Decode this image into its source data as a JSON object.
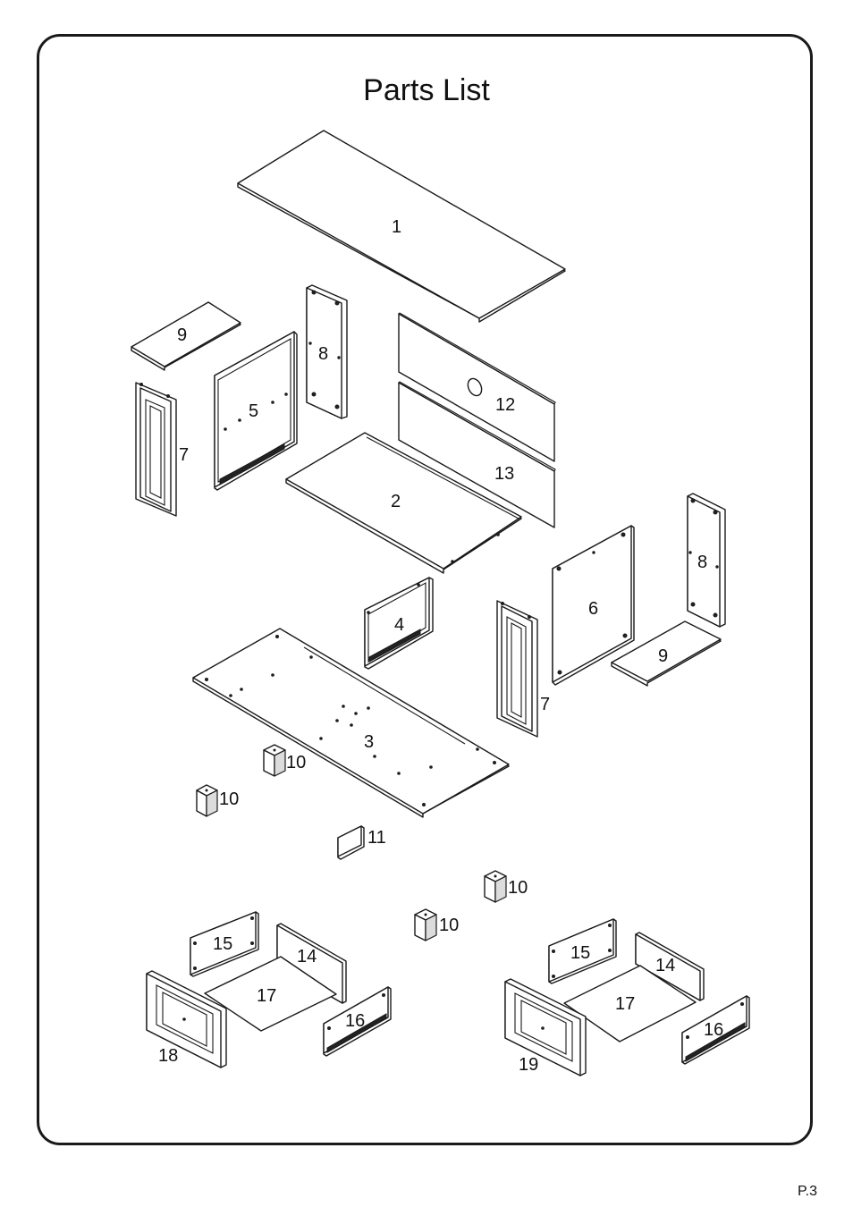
{
  "page": {
    "title": "Parts List",
    "page_number": "P.3"
  },
  "parts": {
    "p1": "1",
    "p2": "2",
    "p3": "3",
    "p4": "4",
    "p5": "5",
    "p6": "6",
    "p7a": "7",
    "p7b": "7",
    "p8a": "8",
    "p8b": "8",
    "p9a": "9",
    "p9b": "9",
    "p10a": "10",
    "p10b": "10",
    "p10c": "10",
    "p10d": "10",
    "p11": "11",
    "p12": "12",
    "p13": "13",
    "p14a": "14",
    "p14b": "14",
    "p15a": "15",
    "p15b": "15",
    "p16a": "16",
    "p16b": "16",
    "p17a": "17",
    "p17b": "17",
    "p18": "18",
    "p19": "19"
  }
}
